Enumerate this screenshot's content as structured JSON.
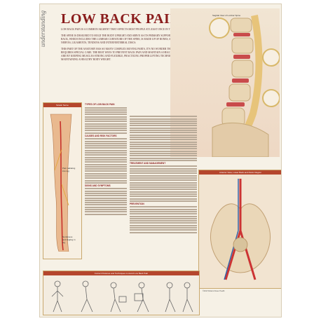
{
  "side_word": "understanding",
  "title": "LOW BACK PAIN",
  "intro": [
    "Low back pain is a common ailment that affects most people at least once in their lives.",
    "The spine is designed to hold the body upright and serve as its primary support. The low back, which includes the lumbar curvature of the spine, is made up of bones, muscles, nerves, ligaments, tendons and intervertebral discs.",
    "This part of the anatomy has so many complex moving parts, it's no wonder that it requires special care. The best ways to prevent back pain and maintain a healthy back are by keeping muscles strong and flexible, practicing proper lifting techniques and maintaining a healthy body weight."
  ],
  "spine_label": "Sagittal View of Lumbar Spine",
  "left_figure": {
    "heading": "Sciatic Nerve",
    "callout_1": "Pain radiating into leg",
    "callout_2": "Numbness and tingling in leg"
  },
  "col1": {
    "heading_1": "Types of Low Back Pain",
    "heading_2": "Causes and Risk Factors",
    "heading_3": "Signs and Symptoms"
  },
  "col2": {
    "heading_1": "Treatment and Management",
    "heading_2": "Prevention"
  },
  "anatomy": {
    "heading": "Anterior View, Lower Back and Pelvic Region"
  },
  "bottom_strip": {
    "heading": "Correct Postures and Techniques to Avoid Low Back Pain"
  },
  "footer": "©2013 Wolters Kluwer Health"
}
